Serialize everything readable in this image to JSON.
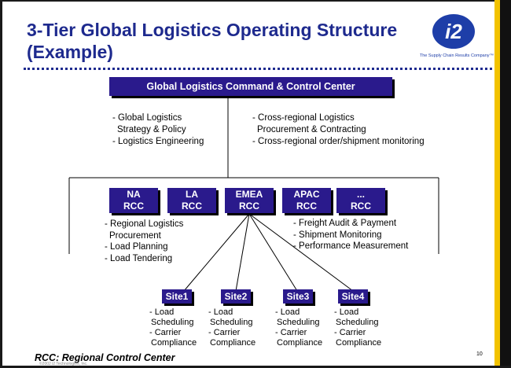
{
  "title_lines": [
    "3-Tier Global Logistics Operating Structure",
    "(Example)"
  ],
  "logo": {
    "mark": "i2",
    "tagline": "The Supply Chain Results Company™"
  },
  "global_center": {
    "label": "Global Logistics Command & Control Center",
    "left_items": [
      "- Global Logistics",
      "  Strategy & Policy",
      "- Logistics Engineering"
    ],
    "right_items": [
      "- Cross-regional Logistics",
      "  Procurement & Contracting",
      "- Cross-regional order/shipment  monitoring"
    ]
  },
  "regional_centers": [
    {
      "name": "NA",
      "suffix": "RCC"
    },
    {
      "name": "LA",
      "suffix": "RCC"
    },
    {
      "name": "EMEA",
      "suffix": "RCC"
    },
    {
      "name": "APAC",
      "suffix": "RCC"
    },
    {
      "name": "...",
      "suffix": "RCC"
    }
  ],
  "regional_left_items": [
    "- Regional Logistics",
    "  Procurement",
    "- Load Planning",
    "- Load Tendering"
  ],
  "regional_right_items": [
    "- Freight Audit & Payment",
    "- Shipment Monitoring",
    "- Performance Measurement"
  ],
  "sites": [
    {
      "label": "Site1",
      "items": [
        "- Load",
        "  Scheduling",
        "- Carrier",
        "  Compliance"
      ]
    },
    {
      "label": "Site2",
      "items": [
        "- Load",
        "  Scheduling",
        "- Carrier",
        "  Compliance"
      ]
    },
    {
      "label": "Site3",
      "items": [
        "- Load",
        "  Scheduling",
        "- Carrier",
        "  Compliance"
      ]
    },
    {
      "label": "Site4",
      "items": [
        "- Load",
        "  Scheduling",
        "- Carrier",
        "  Compliance"
      ]
    }
  ],
  "footer": "RCC: Regional Control Center",
  "copyright": "©2002 i2 Technologies, Inc.",
  "page_number": "10",
  "colors": {
    "title": "#1e2a8e",
    "box_fill": "#2a1a8c",
    "box_text": "#ffffff",
    "accent_bar": "#f2c200"
  }
}
